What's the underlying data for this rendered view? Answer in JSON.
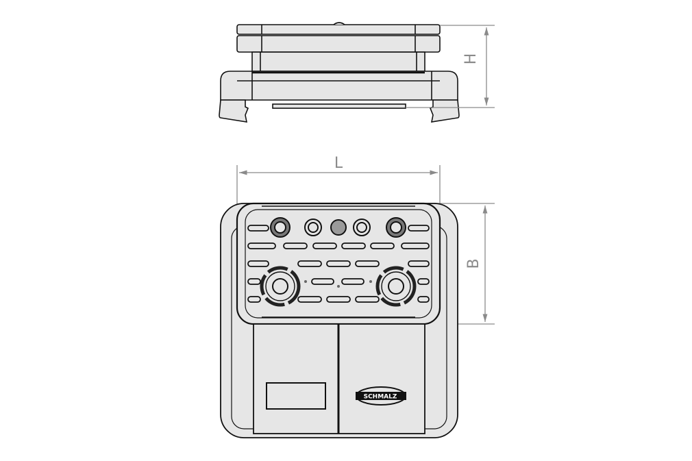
{
  "drawing": {
    "title": "Vacuum block technical drawing",
    "views": [
      "side-view",
      "top-view"
    ],
    "colors": {
      "fill": "#e6e6e6",
      "line": "#111111",
      "dimension": "#8a8a8a",
      "background": "#ffffff"
    }
  },
  "dimensions": {
    "height": {
      "label": "H"
    },
    "length": {
      "label": "L"
    },
    "width": {
      "label": "B"
    }
  },
  "logo": {
    "text": "SCHMALZ"
  }
}
